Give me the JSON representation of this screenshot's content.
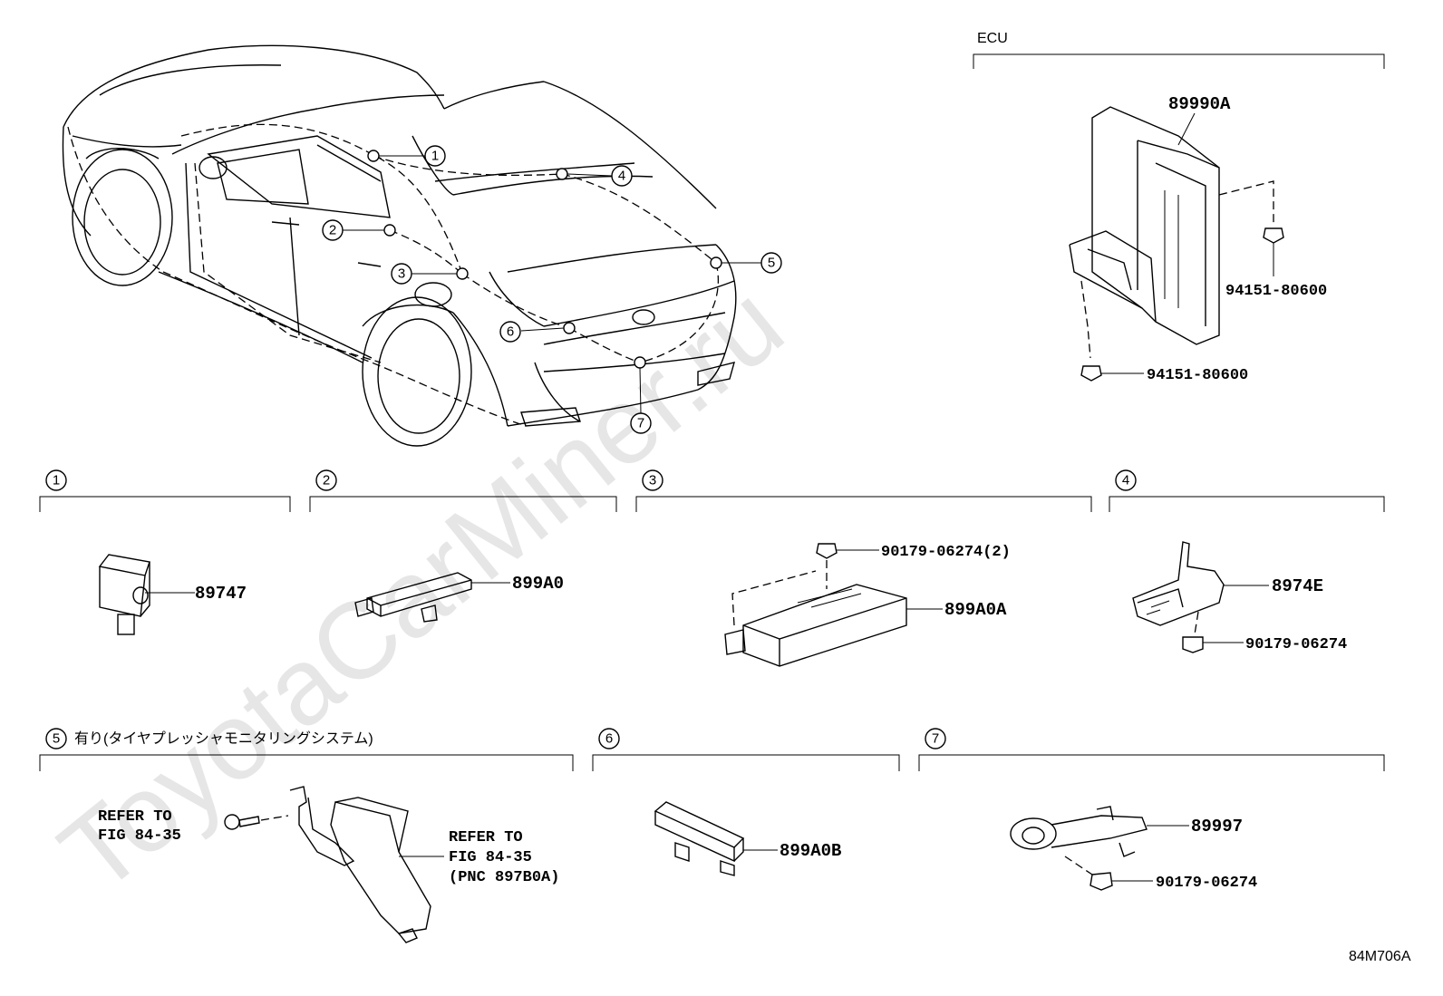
{
  "watermark": "ToyotaCarMiner.ru",
  "ecu_section": {
    "title": "ECU",
    "part_main": "89990A",
    "nut_right": "94151-80600",
    "nut_bottom": "94151-80600"
  },
  "callouts": [
    "1",
    "2",
    "3",
    "4",
    "5",
    "6",
    "7"
  ],
  "sections": [
    {
      "number": "1",
      "parts": [
        "89747"
      ]
    },
    {
      "number": "2",
      "parts": [
        "899A0"
      ]
    },
    {
      "number": "3",
      "parts": [
        "90179-06274(2)",
        "899A0A"
      ]
    },
    {
      "number": "4",
      "parts": [
        "8974E",
        "90179-06274"
      ]
    },
    {
      "number": "5",
      "title": "有り(タイヤプレッシャモニタリングシステム)",
      "refer_left": [
        "REFER TO",
        "FIG 84-35"
      ],
      "refer_right": [
        "REFER TO",
        "FIG 84-35",
        "(PNC 897B0A)"
      ]
    },
    {
      "number": "6",
      "parts": [
        "899A0B"
      ]
    },
    {
      "number": "7",
      "parts": [
        "89997",
        "90179-06274"
      ]
    }
  ],
  "figure_code": "84M706A"
}
